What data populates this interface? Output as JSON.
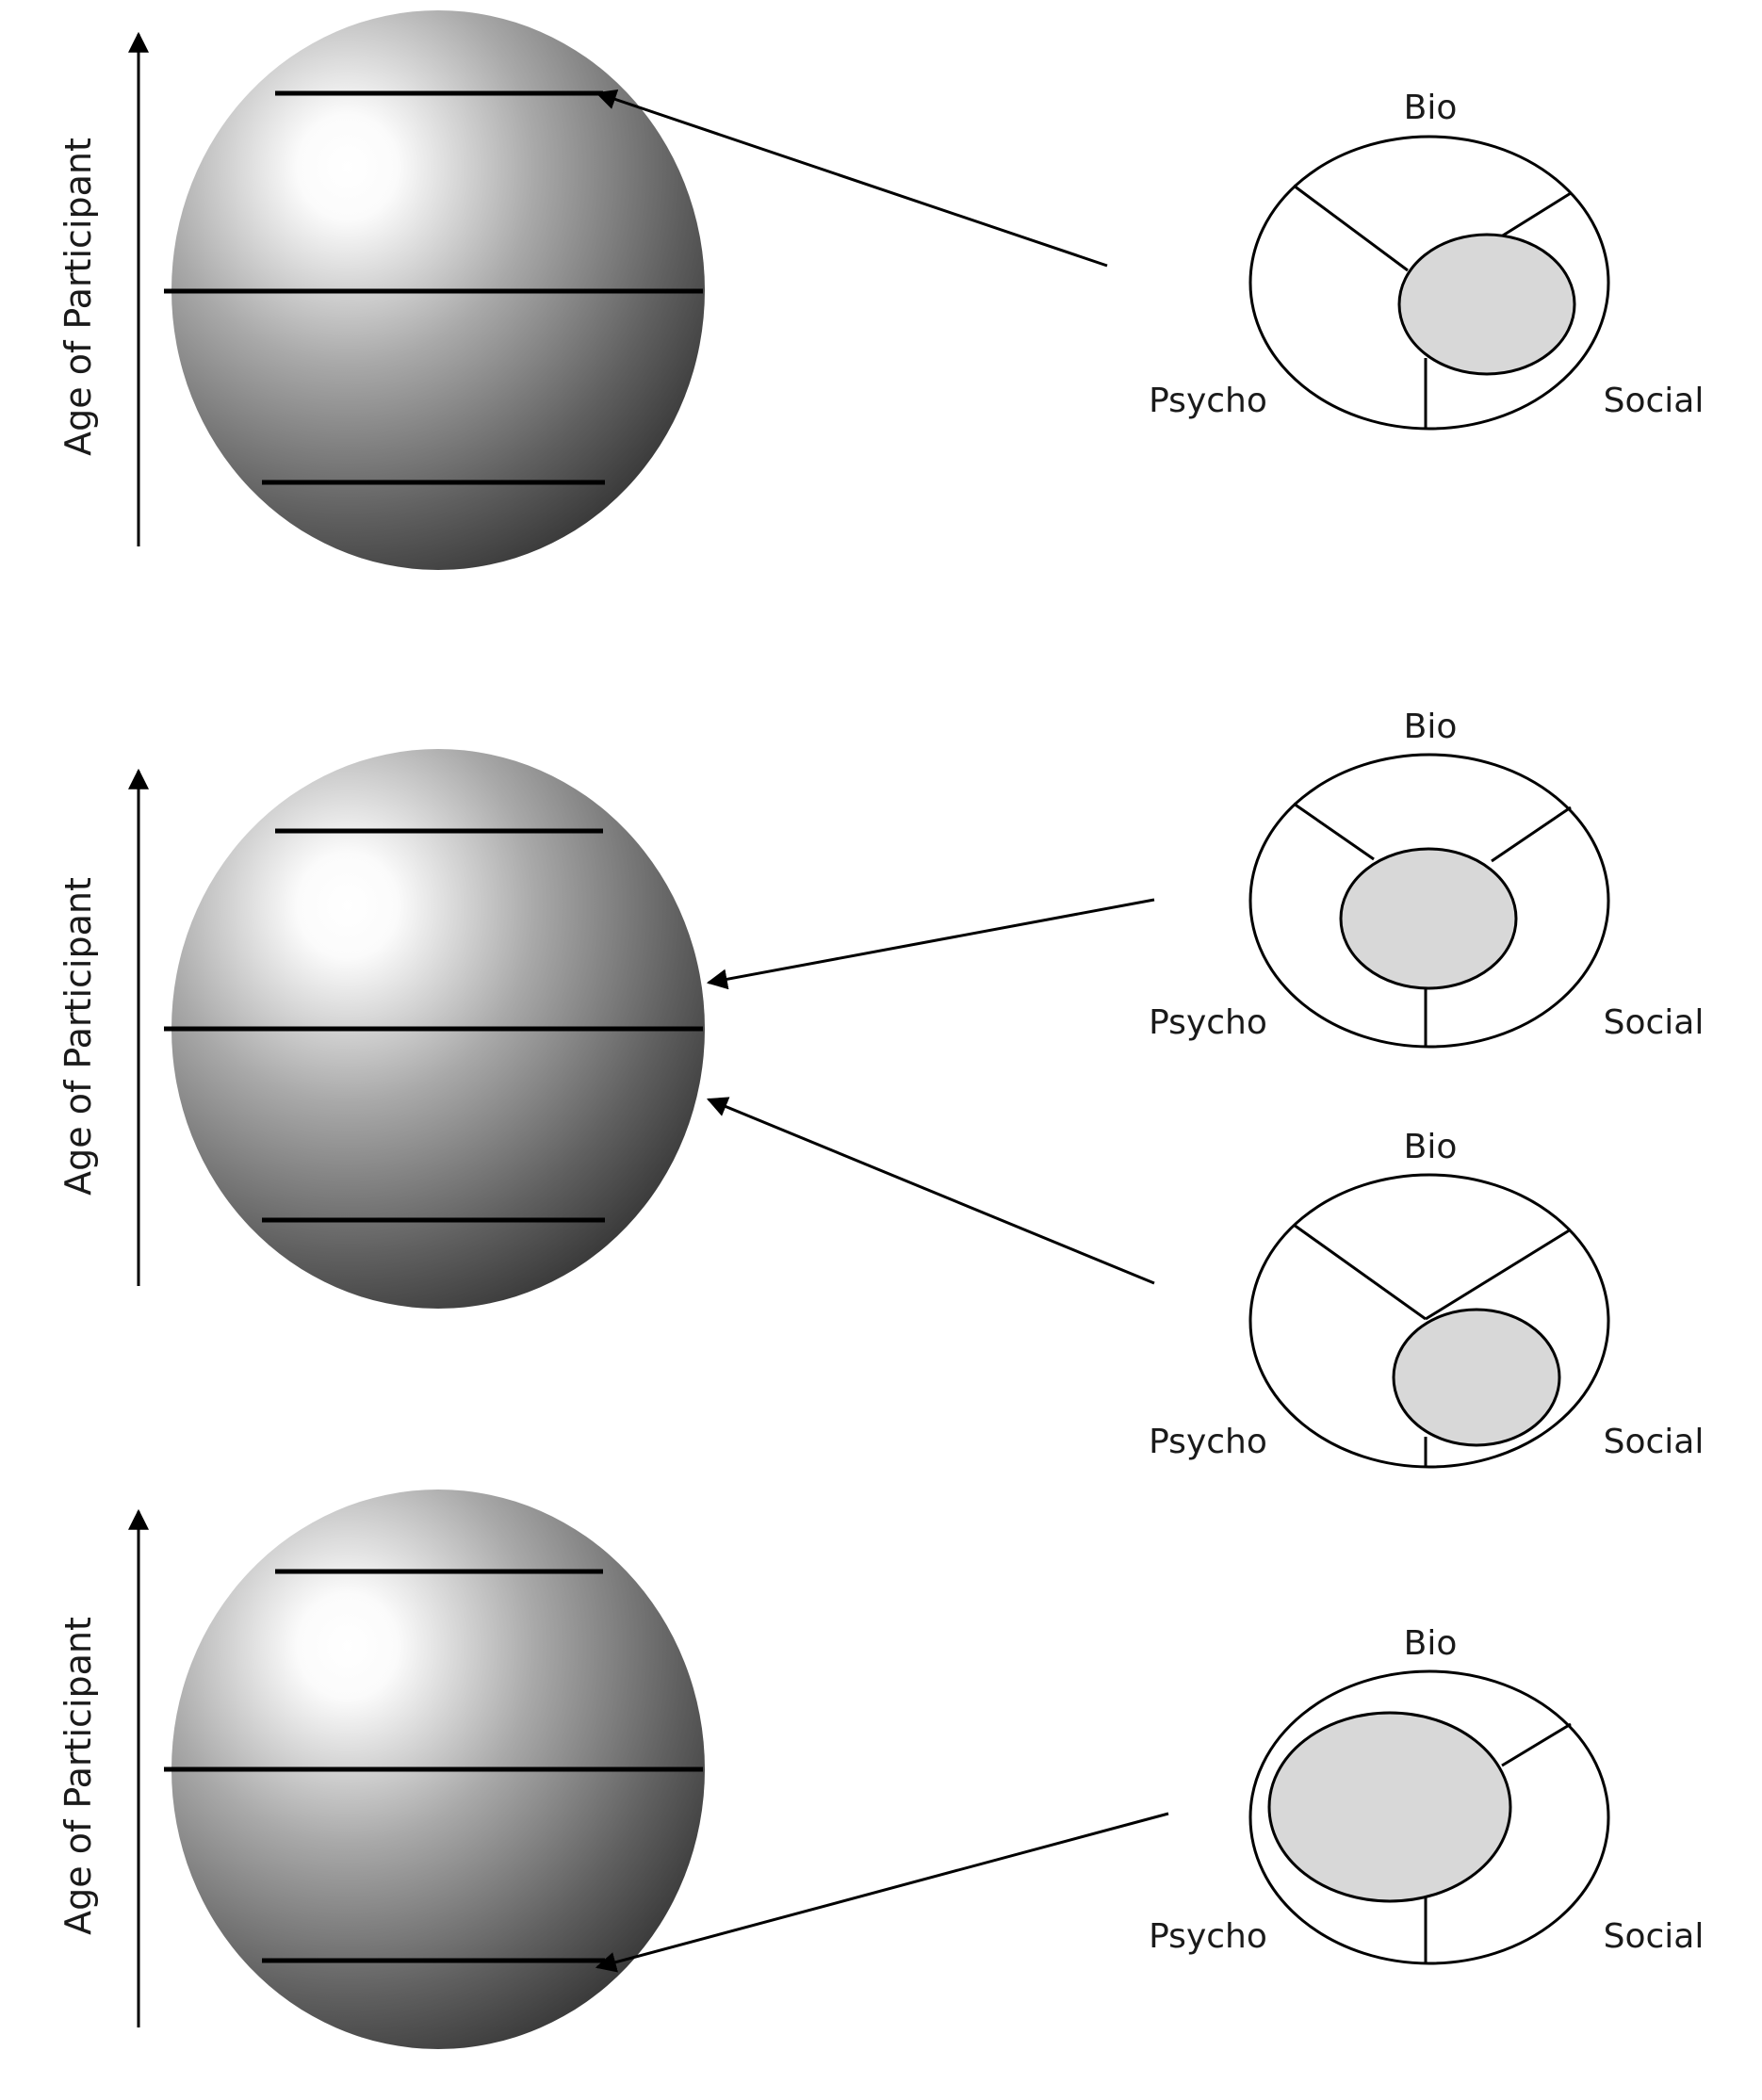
{
  "axis_label": "Age of Participant",
  "dimension_labels": {
    "bio": "Bio",
    "psycho": "Psycho",
    "social": "Social"
  },
  "colors": {
    "sphere_light": "#ffffff",
    "sphere_dark": "#3a3a3a",
    "inner_focus_fill": "#d8d8d8",
    "stroke": "#000000"
  },
  "panels": [
    {
      "id": "panel-1",
      "highlighted_age_band": "upper",
      "models": [
        {
          "focus": "bio-social"
        }
      ]
    },
    {
      "id": "panel-2",
      "highlighted_age_band": "middle",
      "models": [
        {
          "focus": "center"
        },
        {
          "focus": "social"
        }
      ]
    },
    {
      "id": "panel-3",
      "highlighted_age_band": "lower",
      "models": [
        {
          "focus": "psycho"
        }
      ]
    }
  ]
}
